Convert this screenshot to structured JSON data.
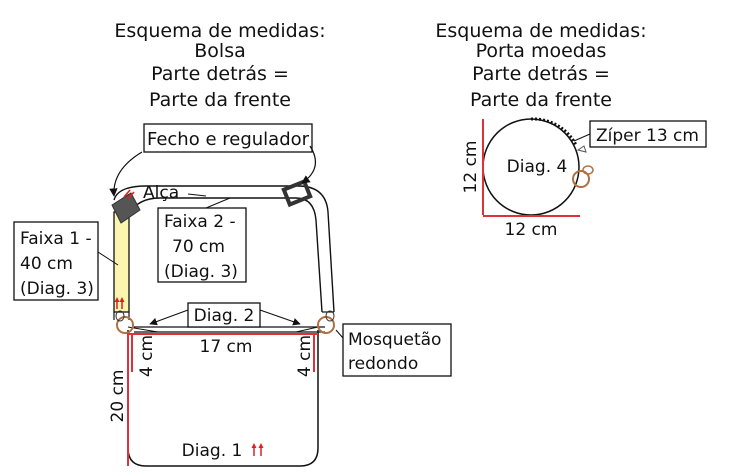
{
  "bag_header": {
    "line1": "Esquema de medidas:",
    "line2": "Bolsa",
    "line3": "Parte detrás =",
    "line4": "Parte da frente"
  },
  "coin_header": {
    "line1": "Esquema de medidas:",
    "line2": "Porta moedas",
    "line3": "Parte detrás =",
    "line4": "Parte da frente"
  },
  "labels": {
    "zip_regulator": "Fecho e regulador",
    "handle": "Alça",
    "strip1_line1": "Faixa 1 -",
    "strip1_line2": "40 cm",
    "strip1_line3": "(Diag. 3)",
    "strip2_line1": "Faixa 2 -",
    "strip2_line2": "70 cm",
    "strip2_line3": "(Diag. 3)",
    "diag2": "Diag. 2",
    "width_bag": "17 cm",
    "corner_left": "4 cm",
    "corner_right": "4 cm",
    "height_bag": "20 cm",
    "diag1": "Diag. 1",
    "clasp_line1": "Mosquetão",
    "clasp_line2": "redondo",
    "diag4": "Diag. 4",
    "zipper_coin": "Zíper 13 cm",
    "coin_height": "12 cm",
    "coin_width": "12 cm"
  },
  "colors": {
    "measure_line": "#e0303a",
    "arrow_red": "#e02020",
    "strip_yellow": "#fbf5b0",
    "clip_brown": "#b07040",
    "buckle_dark": "#555555"
  }
}
